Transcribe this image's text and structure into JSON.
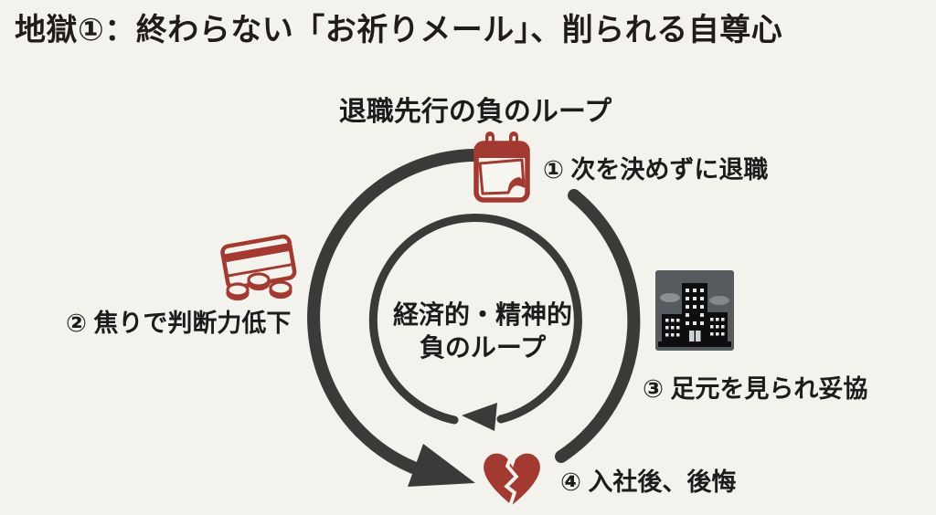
{
  "title": "地獄①：終わらない「お祈りメール」、削られる自尊心",
  "diagram": {
    "heading": "退職先行の負のループ",
    "center": {
      "line1": "経済的・精神的",
      "line2": "負のループ"
    },
    "steps": [
      {
        "label": "① 次を決めずに退職",
        "icon": "calendar-icon",
        "position": "top"
      },
      {
        "label": "② 焦りで判断力低下",
        "icon": "wallet-coins-icon",
        "position": "left"
      },
      {
        "label": "③ 足元を見られ妥協",
        "icon": "office-building-icon",
        "position": "right"
      },
      {
        "label": "④ 入社後、後悔",
        "icon": "broken-heart-icon",
        "position": "bottom"
      }
    ],
    "colors": {
      "accent_red": "#a23a31",
      "arc_dark": "#3b3a38",
      "background": "#f4f2ed",
      "text": "#1c1c1c"
    }
  }
}
